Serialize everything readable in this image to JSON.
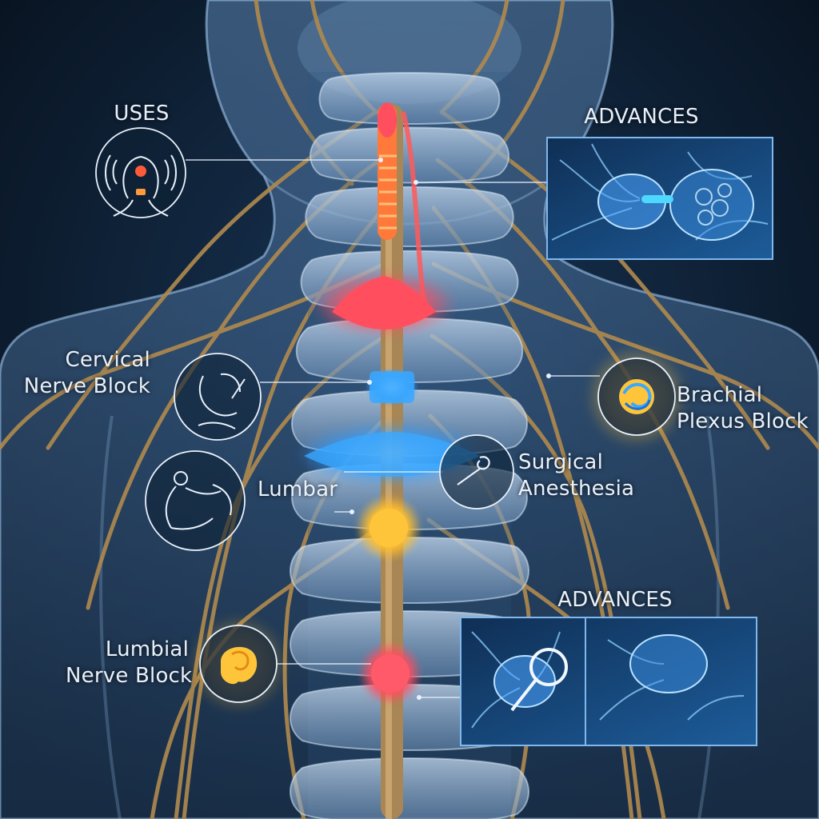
{
  "labels": {
    "uses_heading": "USES",
    "advances_heading_top": "ADVANCES",
    "advances_heading_bottom": "ADVANCES",
    "cervical_line1": "Cervical",
    "cervical_line2": "Nerve Block",
    "brachial_line1": "Brachial",
    "brachial_line2": "Plexus Block",
    "surgical_line1": "Surgical",
    "surgical_line2": "Anesthesia",
    "lumbar": "Lumbar",
    "lumbial_line1": "Lumbial",
    "lumbial_line2": "Nerve Block"
  },
  "colors": {
    "background": "#0b1726",
    "body_glow": "#8fb3d9",
    "nerve": "#b08a4e",
    "spine_red": "#ff5a5a",
    "spine_orange": "#ff9a3a",
    "spine_blue": "#3aa8ff",
    "spine_yellow": "#ffc53a",
    "text": "#e8f1fb"
  },
  "icons": {
    "uses": "head-with-signal-icon",
    "cervical": "neck-injection-icon",
    "lumbar": "patient-back-icon",
    "surgical": "needle-hook-icon",
    "brachial": "nerve-knot-icon",
    "lumbial": "nerve-knot-icon",
    "advances_top": "microscopic-neuron-panel",
    "advances_bottom": "magnifier-neuron-panel"
  }
}
